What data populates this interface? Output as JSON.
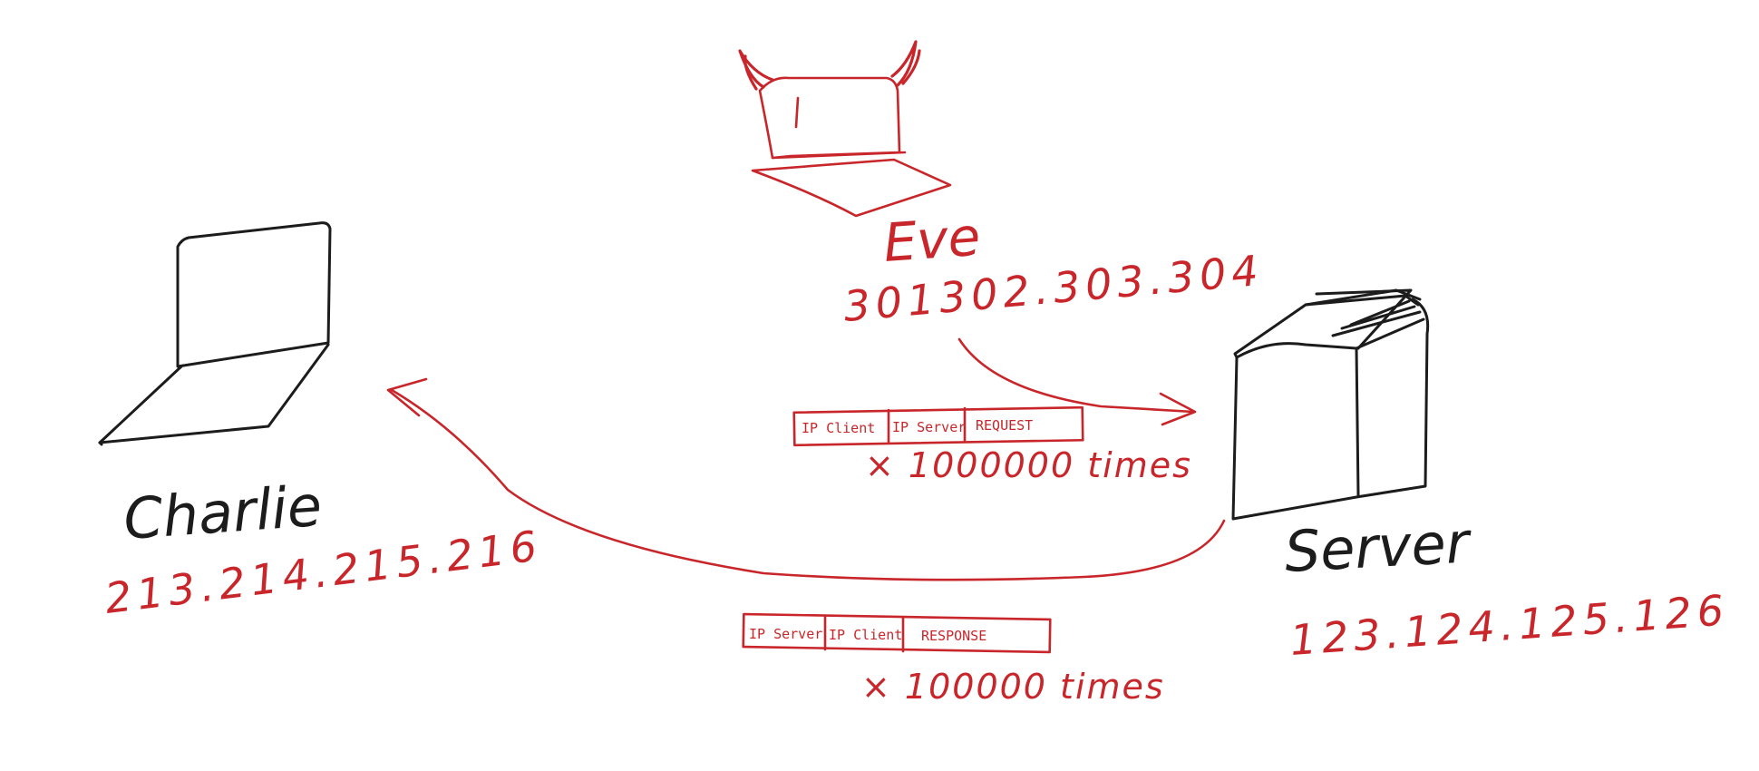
{
  "colors": {
    "ink": "#1c1c1c",
    "accent": "#c8262a",
    "background": "#ffffff"
  },
  "nodes": {
    "eve": {
      "name": "Eve",
      "ip": "301302.303.304",
      "icon": "devil-laptop-icon"
    },
    "charlie": {
      "name": "Charlie",
      "ip": "213.214.215.216",
      "icon": "laptop-icon"
    },
    "server": {
      "name": "Server",
      "ip": "123.124.125.126",
      "icon": "server-box-icon"
    }
  },
  "packets": {
    "request": {
      "cells": [
        "IP Client",
        "IP Server",
        "REQUEST"
      ],
      "multiplier": "× 1000000 times",
      "from": "eve",
      "to": "server"
    },
    "response": {
      "cells": [
        "IP Server",
        "IP Client",
        "RESPONSE"
      ],
      "multiplier": "× 100000 times",
      "from": "server",
      "to": "charlie"
    }
  }
}
